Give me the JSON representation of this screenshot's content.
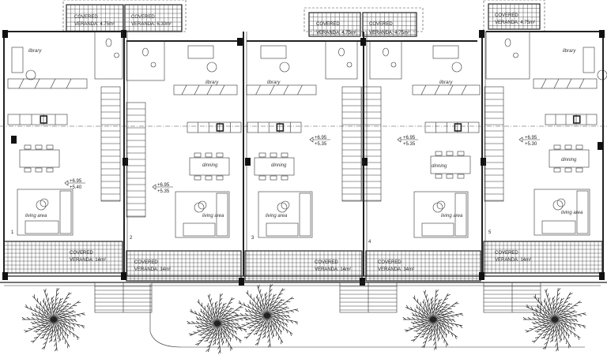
{
  "top_verandas": [
    {
      "line1": "COVERED",
      "line2": "VERANDA: 4.75m²"
    },
    {
      "line1": "COVERED",
      "line2": "VERANDA: 6.30m²"
    },
    {
      "line1": "COVERED",
      "line2": "VERANDA: 4.75m²"
    },
    {
      "line1": "COVERED",
      "line2": "VERANDA: 4.75m²"
    },
    {
      "line1": "COVERED",
      "line2": "VERANDA: 4.75m²"
    }
  ],
  "bottom_verandas": [
    {
      "line1": "COVERED",
      "line2": "VERANDA: 14m²"
    },
    {
      "line1": "COVERED",
      "line2": "VERANDA: 14m²"
    },
    {
      "line1": "COVERED",
      "line2": "VERANDA: 14m²"
    },
    {
      "line1": "COVERED",
      "line2": "VERANDA: 14m²"
    },
    {
      "line1": "COVERED",
      "line2": "VERANDA: 14m²"
    }
  ],
  "rooms": {
    "library": [
      "library",
      "library",
      "library",
      "library",
      "library"
    ],
    "dining": [
      "dinning",
      "dinning",
      "dinning",
      "dinning"
    ],
    "living": [
      "living area",
      "living area",
      "living area",
      "living area",
      "living area"
    ]
  },
  "unit_numbers": [
    "1",
    "2",
    "3",
    "4",
    "5"
  ],
  "levels": [
    {
      "top": "+6.95",
      "bottom": "+5.40"
    },
    {
      "top": "+6.95",
      "bottom": "+5.35"
    },
    {
      "top": "+6.95",
      "bottom": "+5.35"
    },
    {
      "top": "+6.95",
      "bottom": "+5.35"
    },
    {
      "top": "+6.95",
      "bottom": "+5.30"
    }
  ]
}
